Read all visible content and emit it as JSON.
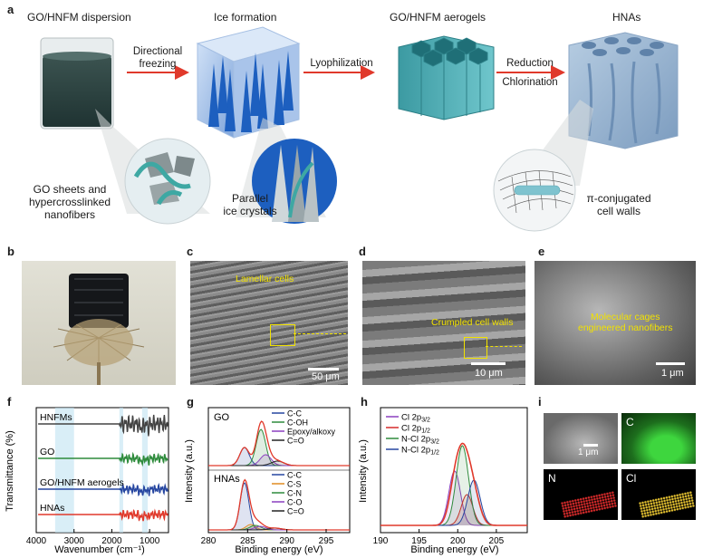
{
  "panel_a": {
    "label": "a",
    "stage_titles": [
      "GO/HNFM dispersion",
      "Ice formation",
      "GO/HNFM aerogels",
      "HNAs"
    ],
    "arrow_labels": {
      "a1": [
        "Directional",
        "freezing"
      ],
      "a2": [
        "Lyophilization"
      ],
      "a3": [
        "Reduction",
        "Chlorination"
      ]
    },
    "captions": {
      "c1": [
        "GO sheets and",
        "hypercrosslinked",
        "nanofibers"
      ],
      "c2": [
        "Parallel",
        "ice crystals"
      ],
      "c3": [
        "π-conjugated",
        "cell walls"
      ]
    }
  },
  "panel_b": {
    "label": "b"
  },
  "panel_c": {
    "label": "c",
    "annotation": "Lamellar cells",
    "scalebar": "50 μm"
  },
  "panel_d": {
    "label": "d",
    "annotation": "Crumpled cell walls",
    "scalebar": "10 μm"
  },
  "panel_e": {
    "label": "e",
    "annotation": [
      "Molecular cages",
      "engineered nanofibers"
    ],
    "scalebar": "1 μm"
  },
  "panel_i": {
    "label": "i",
    "scalebar": "1 μm",
    "maps": [
      "C",
      "N",
      "Cl"
    ],
    "map_colors": [
      "#33c133",
      "#d62a2a",
      "#e3c030"
    ]
  },
  "chart_data": [
    {
      "panel": "f",
      "type": "line",
      "xlabel": "Wavenumber (cm⁻¹)",
      "ylabel": "Transmittance (%)",
      "xlim": [
        4000,
        500
      ],
      "x_ticks": [
        4000,
        3000,
        2000,
        1000
      ],
      "highlight_bands": [
        [
          3500,
          3000
        ],
        [
          1800,
          1700
        ],
        [
          1200,
          1050
        ]
      ],
      "series": [
        {
          "name": "HNFMs",
          "color": "#444444"
        },
        {
          "name": "GO",
          "color": "#2e8b3c"
        },
        {
          "name": "GO/HNFM aerogels",
          "color": "#2646a0"
        },
        {
          "name": "HNAs",
          "color": "#e0392b"
        }
      ]
    },
    {
      "panel": "g",
      "type": "line",
      "xlabel": "Binding energy (eV)",
      "ylabel": "Intensity (a.u.)",
      "xlim": [
        280,
        298
      ],
      "x_ticks": [
        280,
        285,
        290,
        295
      ],
      "groups": [
        {
          "name": "GO",
          "components": [
            "C-C",
            "C-OH",
            "Epoxy/alkoxy",
            "C=O"
          ],
          "colors": [
            "#2646a0",
            "#2e8b3c",
            "#8a3fbf",
            "#222222"
          ]
        },
        {
          "name": "HNAs",
          "components": [
            "C-C",
            "C-S",
            "C-N",
            "C-O",
            "C=O"
          ],
          "colors": [
            "#2646a0",
            "#e08a20",
            "#2e8b3c",
            "#8a3fbf",
            "#222222"
          ]
        }
      ]
    },
    {
      "panel": "h",
      "type": "line",
      "xlabel": "Binding energy (eV)",
      "ylabel": "Intensity (a.u.)",
      "xlim": [
        190,
        209
      ],
      "x_ticks": [
        190,
        195,
        200,
        205
      ],
      "legend": [
        {
          "name": "Cl 2p",
          "sub": "3/2",
          "color": "#8a3fbf"
        },
        {
          "name": "Cl 2p",
          "sub": "1/2",
          "color": "#d62a2a"
        },
        {
          "name": "N-Cl 2p",
          "sub": "3/2",
          "color": "#2e8b3c"
        },
        {
          "name": "N-Cl 2p",
          "sub": "1/2",
          "color": "#2646a0"
        }
      ]
    }
  ]
}
